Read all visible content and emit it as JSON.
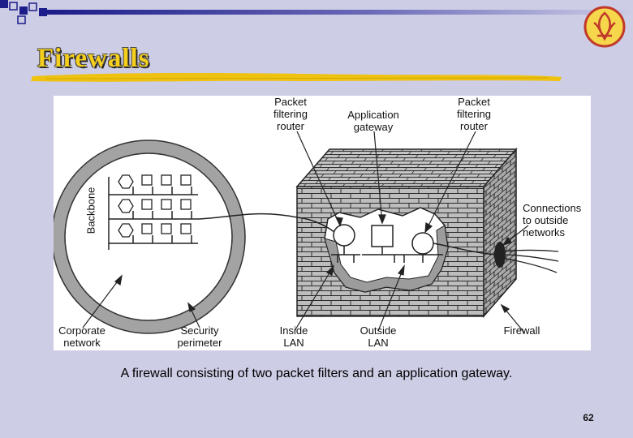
{
  "slide": {
    "title": "Firewalls",
    "caption": "A firewall consisting of two packet filters and an application gateway.",
    "page_number": "62"
  },
  "figure": {
    "labels": {
      "packet_router_left": "Packet\nfiltering\nrouter",
      "app_gateway": "Application\ngateway",
      "packet_router_right": "Packet\nfiltering\nrouter",
      "connections": "Connections\nto outside\nnetworks",
      "backbone": "Backbone",
      "corporate": "Corporate\nnetwork",
      "security": "Security\nperimeter",
      "inside_lan": "Inside\nLAN",
      "outside_lan": "Outside\nLAN",
      "firewall": "Firewall"
    }
  },
  "colors": {
    "background": "#cdcde6",
    "title": "#f5cf1c",
    "ring": "#a3a3a3",
    "wall": "#bdbdbd"
  }
}
